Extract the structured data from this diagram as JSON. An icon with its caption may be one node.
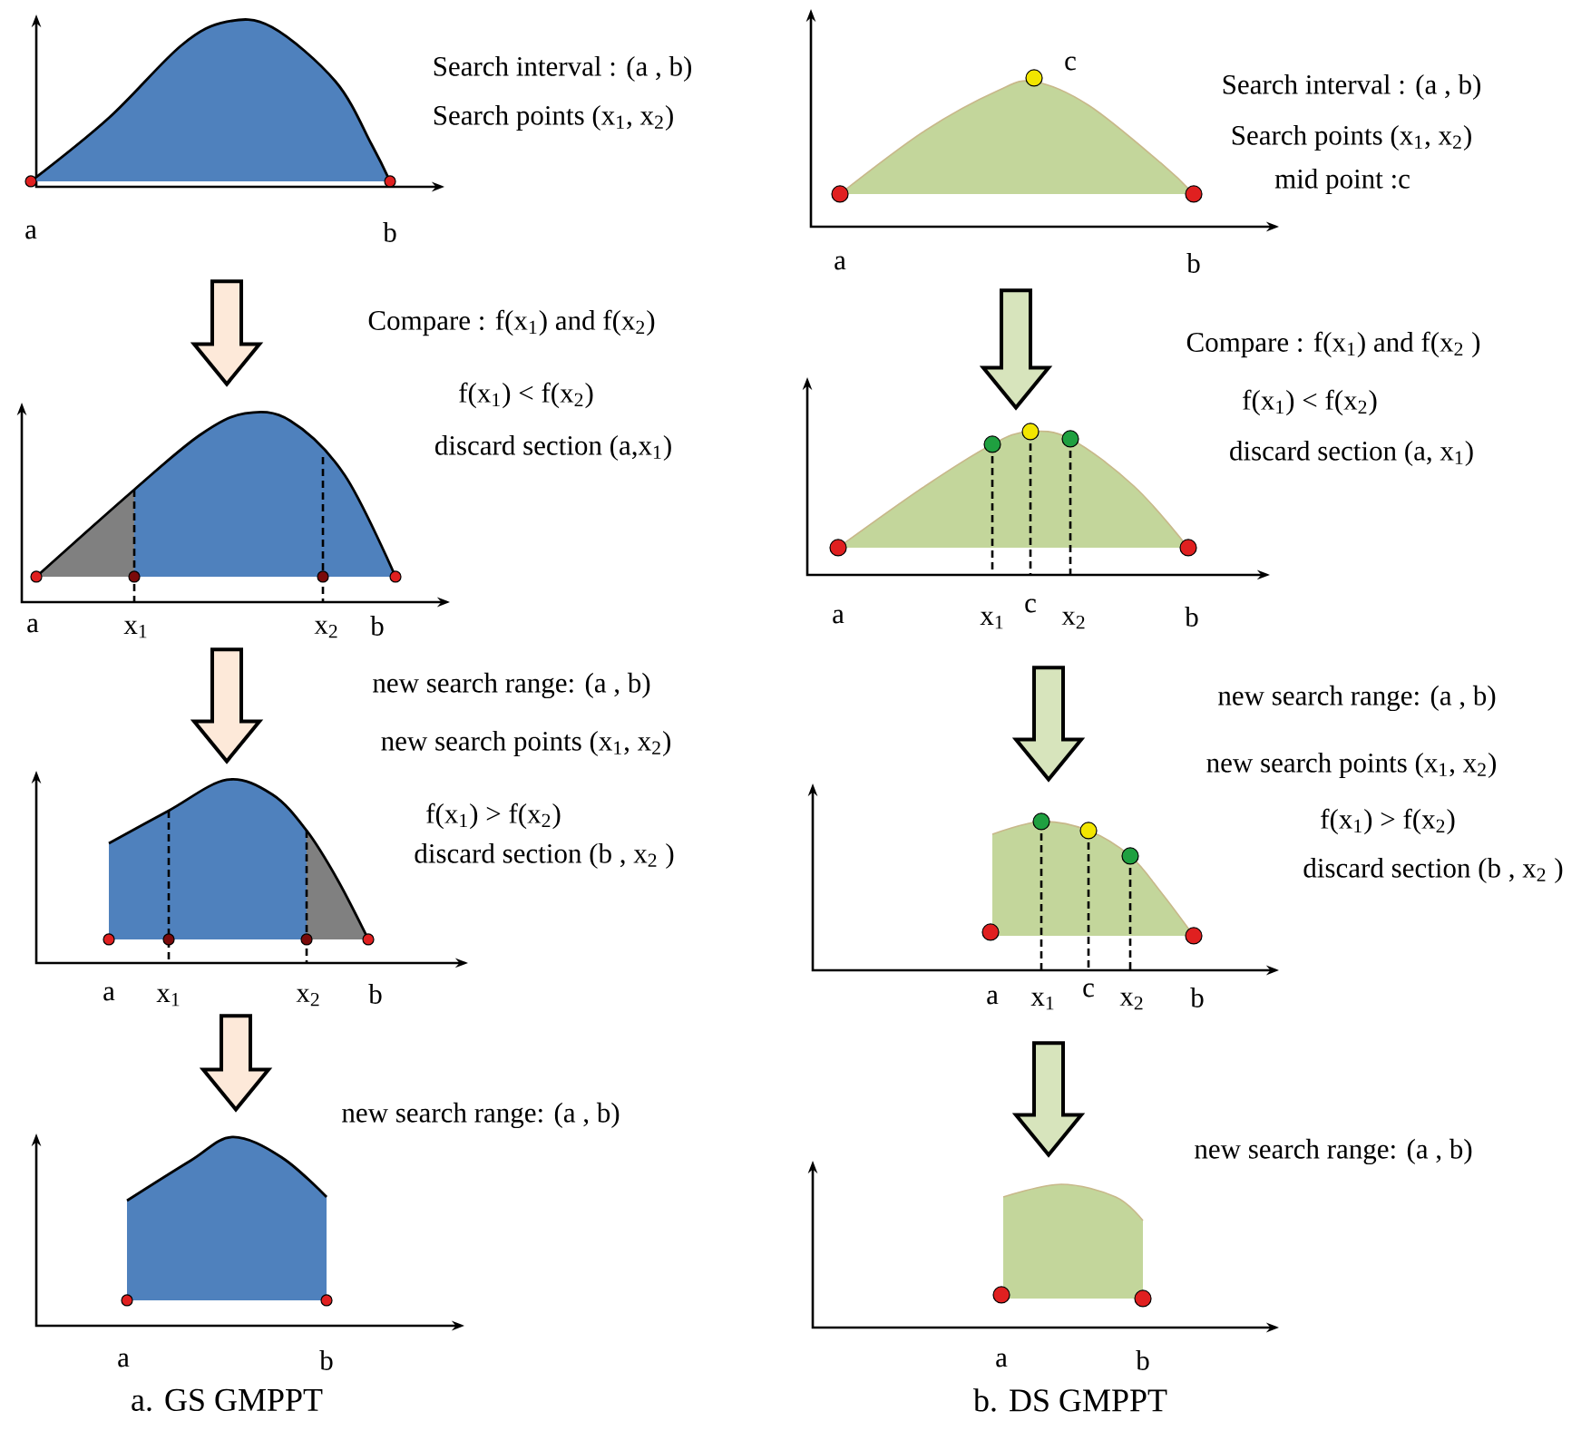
{
  "diagram": {
    "nodes": [
      {
        "text": [
          "a",
          "b"
        ],
        "beside": [
          "Search interval : (a , b)",
          "Search points (x$_{1}$, x$_{2}$)"
        ]
      },
      {
        "text": [
          "a",
          "x$_{1}$",
          "x$_{2}$",
          "b"
        ],
        "beside": [
          "f(x$_{1}$) < f(x$_{2}$)",
          "discard section (a,x$_{1}$)"
        ]
      },
      {
        "text": [
          "a",
          "x$_{1}$",
          "x$_{2}$",
          "b"
        ],
        "beside": [
          "new search points (x$_{1}$, x$_{2}$)",
          "f(x$_{1}$) > f(x$_{2}$)",
          "discard section (b , x$_{2}$ )"
        ]
      },
      {
        "text": [
          "a",
          "b"
        ]
      },
      {
        "text": [
          "c",
          "a",
          "b"
        ],
        "beside": [
          "Search interval : (a , b)",
          "Search points (x$_{1}$, x$_{2}$)",
          "mid point :c"
        ]
      },
      {
        "text": [
          "a",
          "x$_{1}$",
          "c",
          "x$_{2}$",
          "b"
        ],
        "beside": [
          "f(x$_{1}$) < f(x$_{2}$)",
          "discard section (a, x$_{1}$)"
        ]
      },
      {
        "text": [
          "a",
          "x$_{1}$",
          "c",
          "x$_{2}$",
          "b"
        ],
        "beside": [
          "new search points (x$_{1}$, x$_{2}$)",
          "f(x$_{1}$) > f(x$_{2}$)",
          "discard section (b , x$_{2}$ )"
        ]
      },
      {
        "text": [
          "a",
          "b"
        ]
      }
    ],
    "edges": [
      {
        "from": 0,
        "to": 1,
        "arrow": "to"
      },
      {
        "from": 1,
        "to": 2,
        "arrow": "to"
      },
      {
        "from": 2,
        "to": 3,
        "arrow": "to"
      },
      {
        "from": 4,
        "to": 5,
        "arrow": "to"
      },
      {
        "from": 5,
        "to": 6,
        "arrow": "to"
      },
      {
        "from": 6,
        "to": 7,
        "arrow": "to"
      }
    ],
    "labels": [
      "Compare : f(x$_{1}$) and f(x$_{2}$)",
      "new search range: (a , b)",
      "new search range: (a , b)",
      "Compare : f(x$_{1}$) and f(x$_{2}$ )",
      "new search range: (a , b)",
      "new search range: (a , b)",
      "a. GS GMPPT",
      "b. DS GMPPT"
    ]
  }
}
